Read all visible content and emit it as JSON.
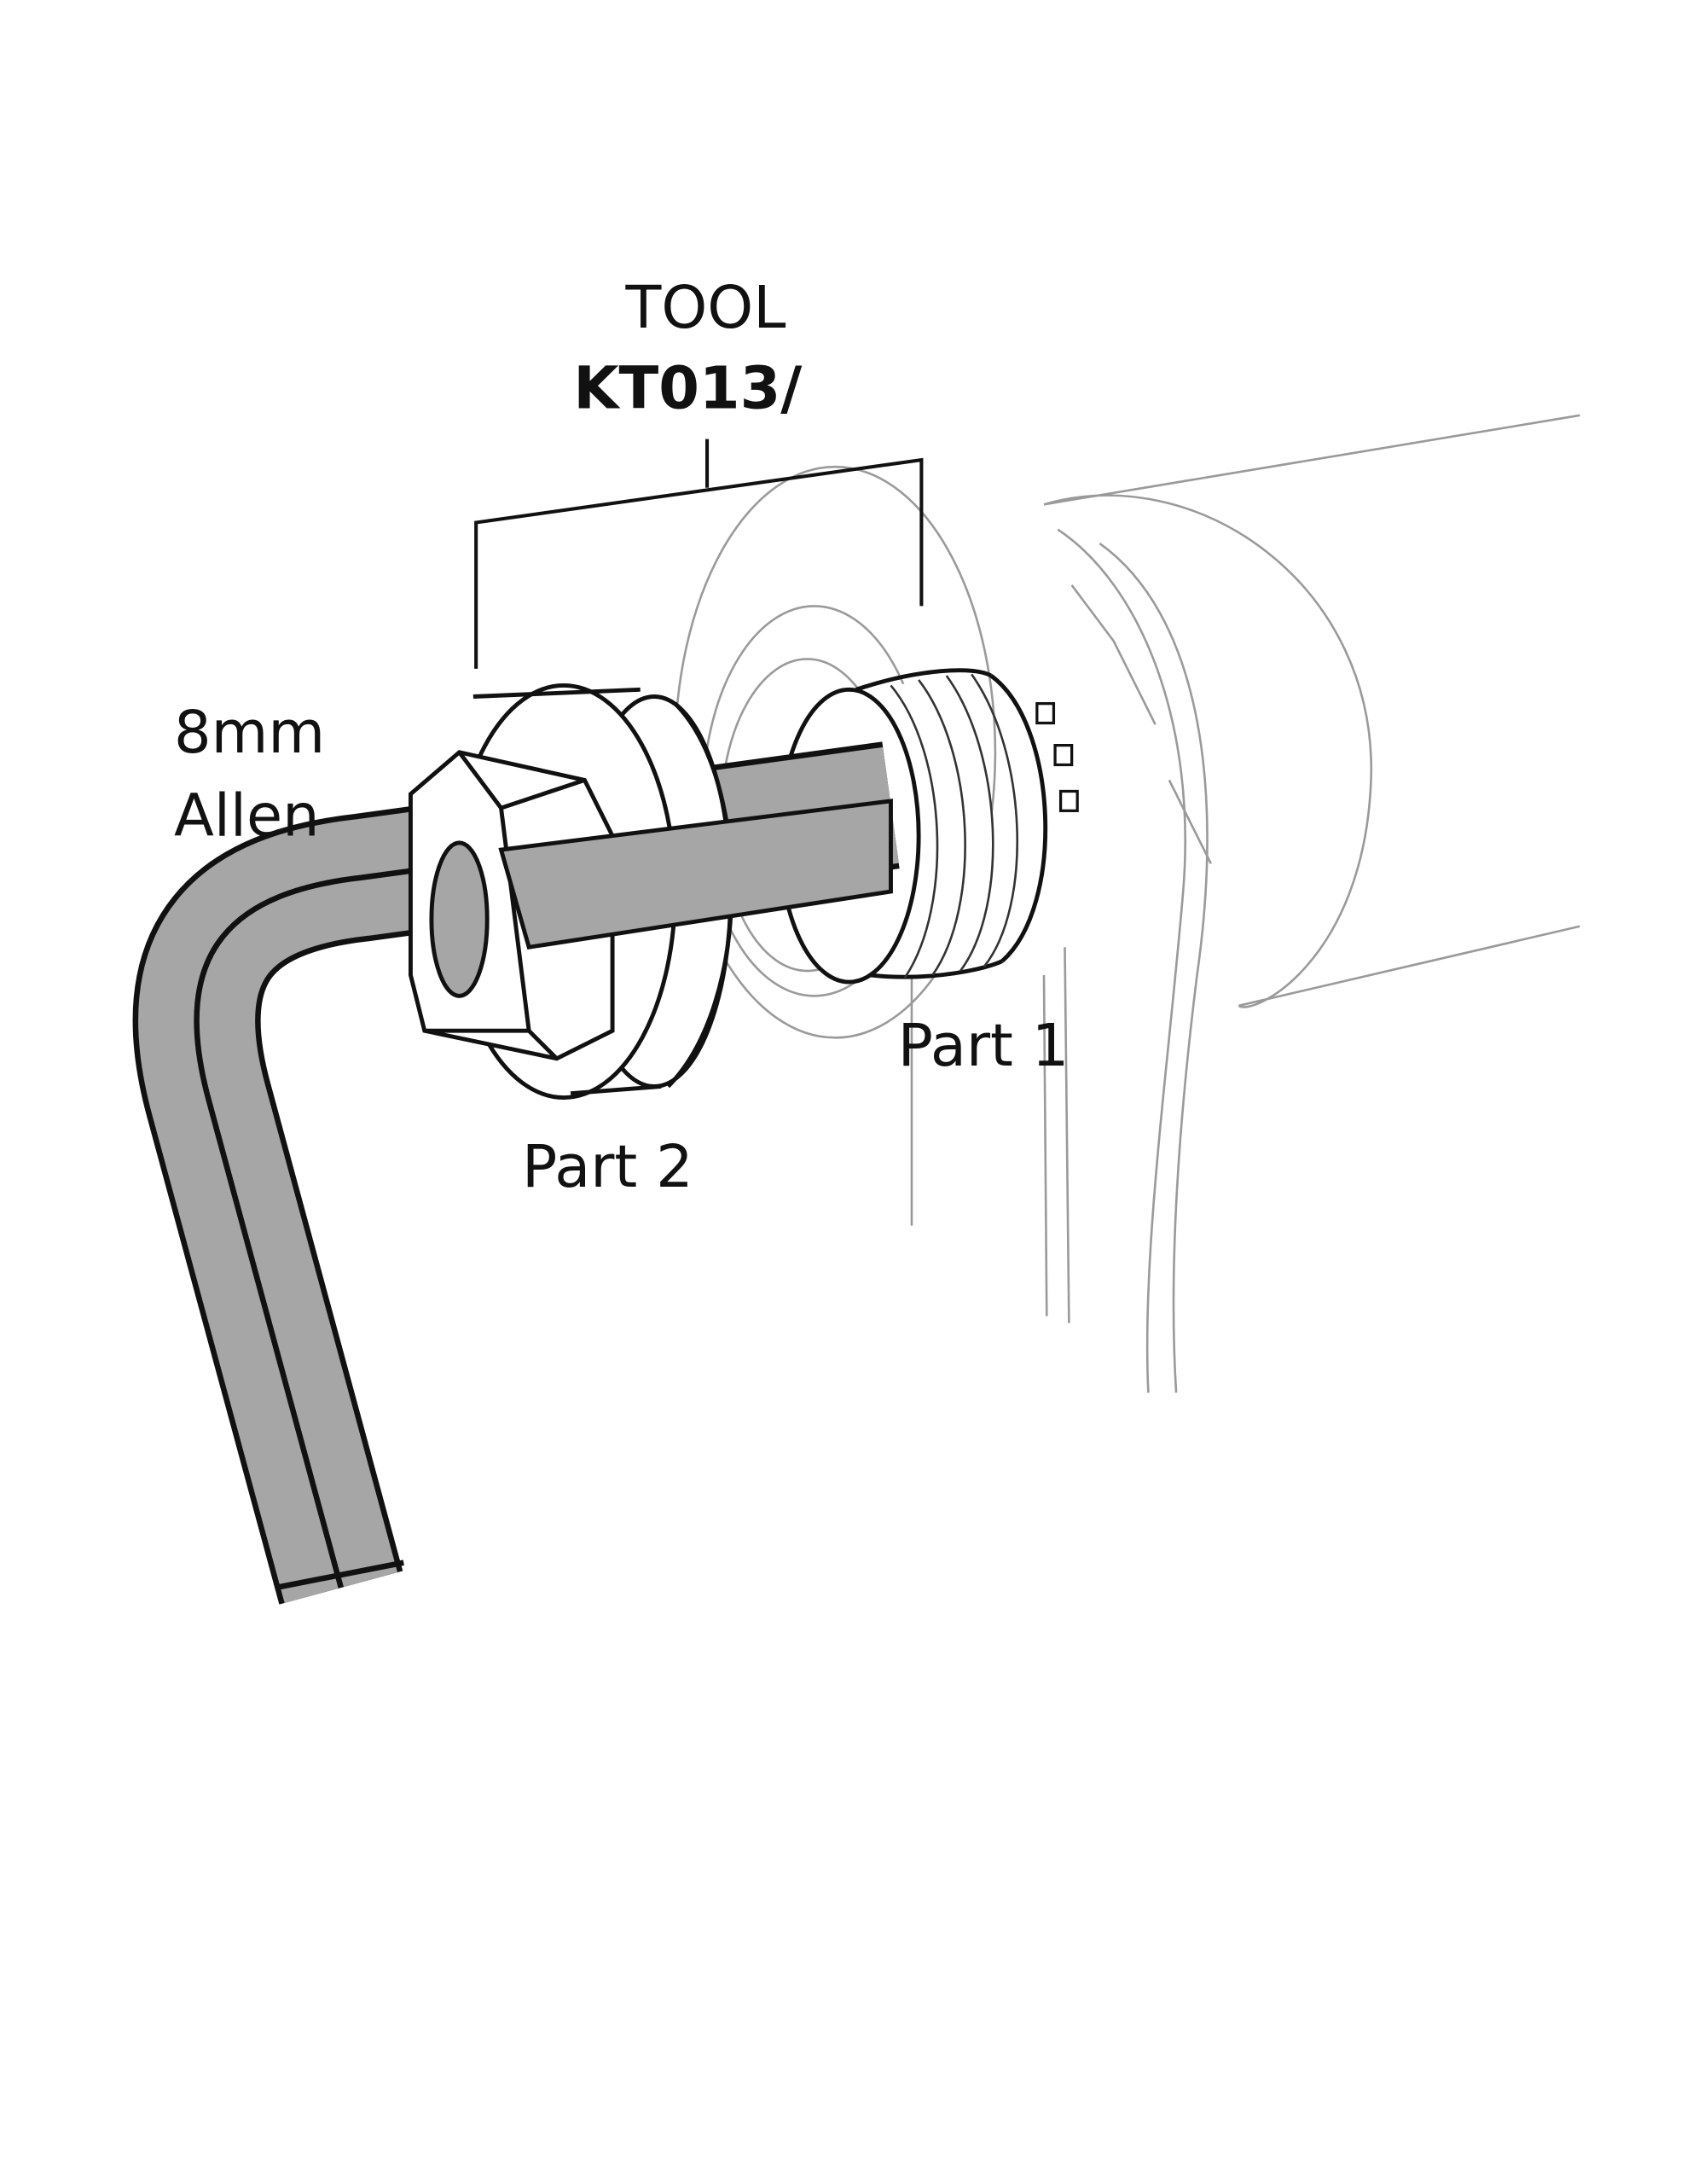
{
  "labels": {
    "tool_heading": "TOOL",
    "tool_code": "KT013/",
    "allen_size": "8mm",
    "allen_word": "Allen",
    "part1": "Part 1",
    "part2": "Part 2"
  },
  "colors": {
    "ink": "#111111",
    "allen_fill": "#a6a6a6",
    "faint_line": "#9a9a9a"
  }
}
